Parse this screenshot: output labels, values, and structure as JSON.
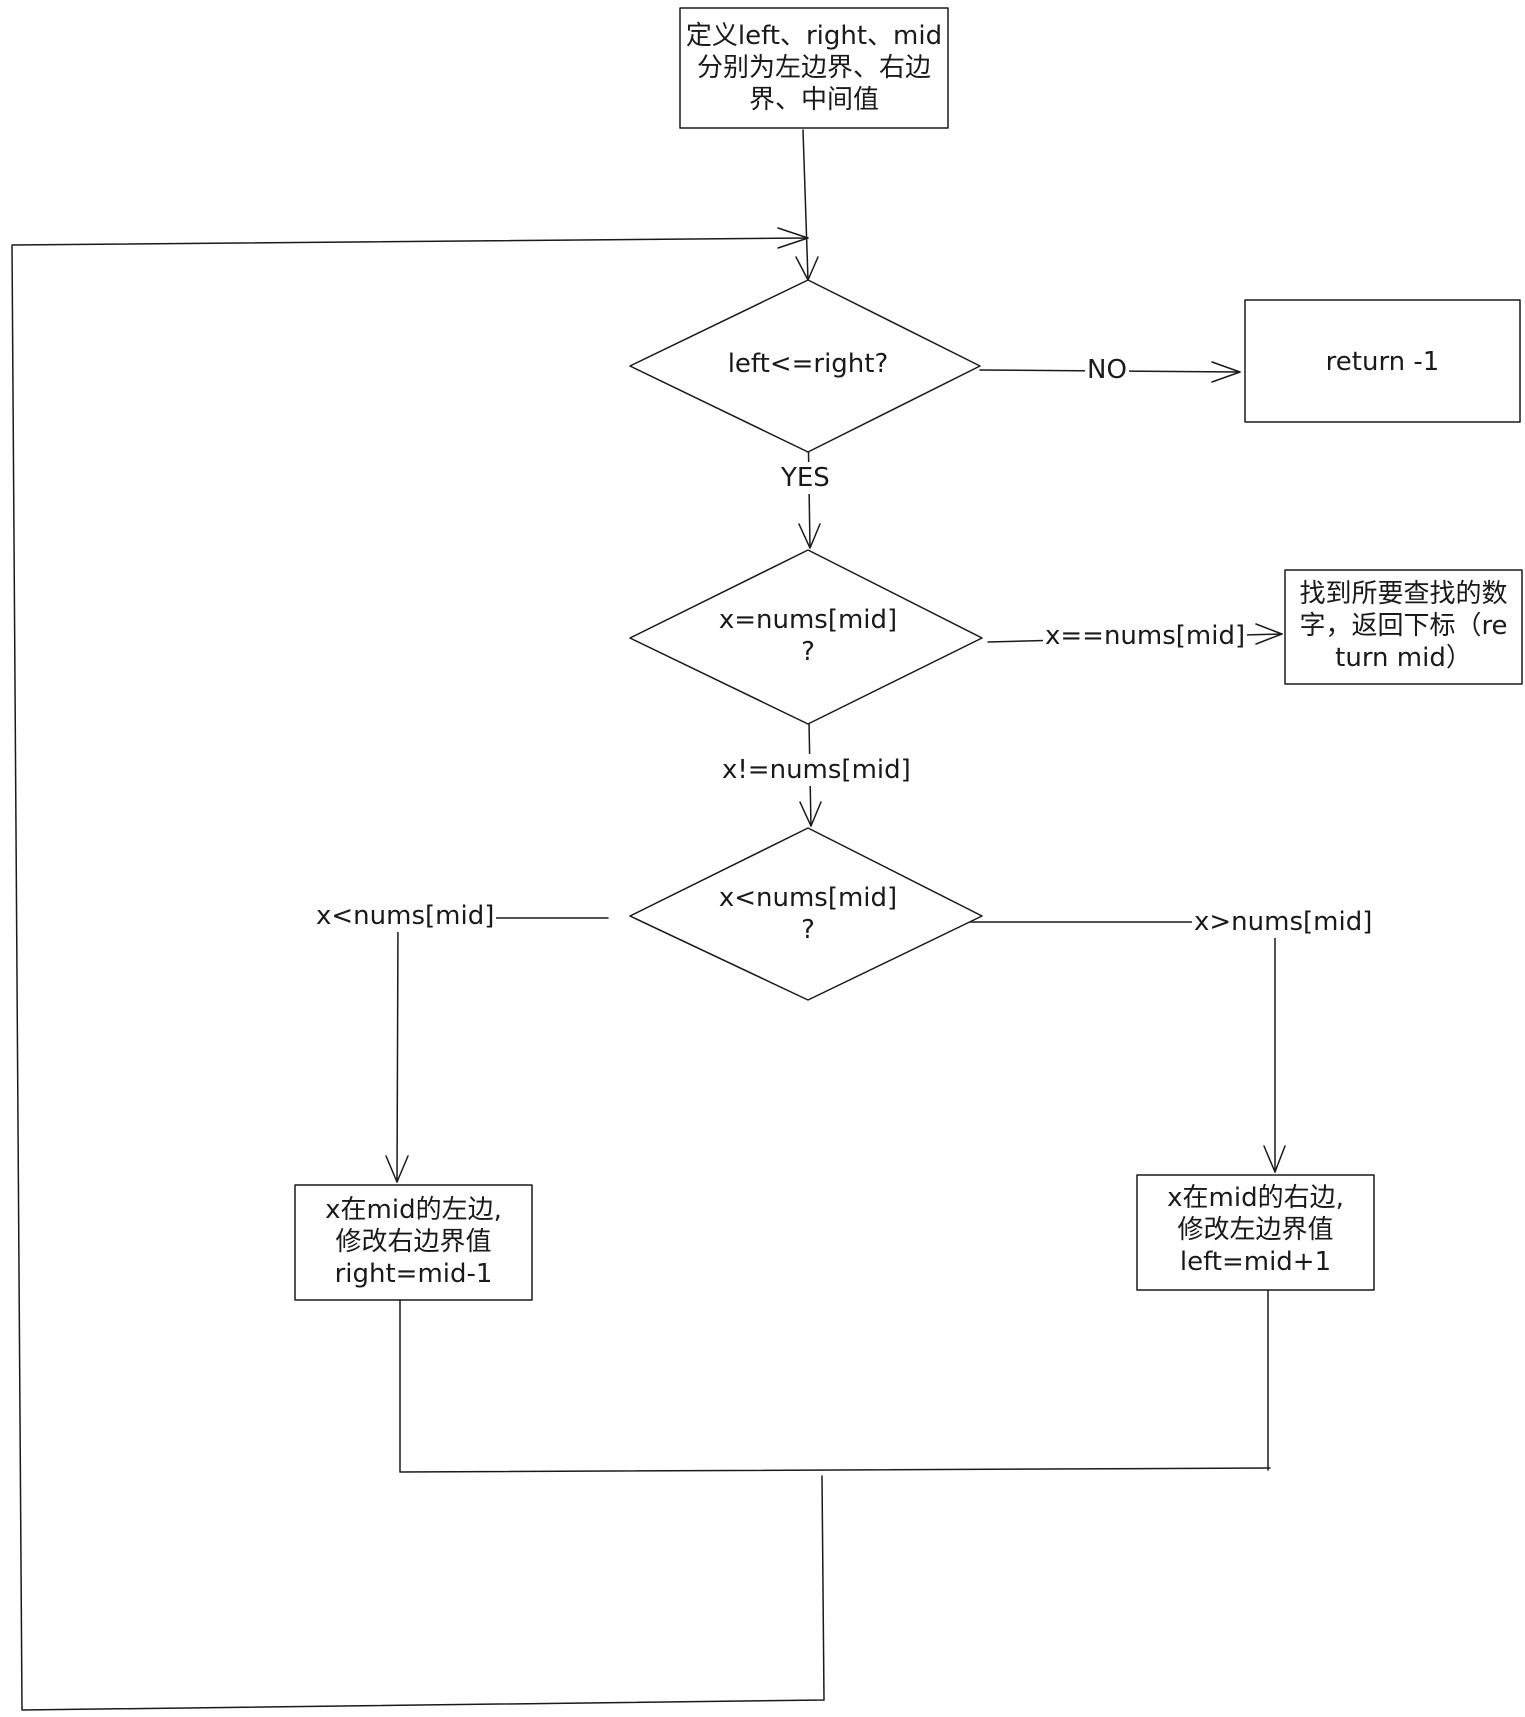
{
  "nodes": {
    "init": "定义left、right、mid\n分别为左边界、右边\n界、中间值",
    "loop_condition": "left<=right?",
    "return_fail": "return -1",
    "equal_check": "x=nums[mid]\n?",
    "found": "找到所要查找的数\n字，返回下标（re\nturn mid）",
    "less_check": "x<nums[mid]\n?",
    "go_left": "x在mid的左边,\n修改右边界值\nright=mid-1",
    "go_right": "x在mid的右边,\n修改左边界值\nleft=mid+1"
  },
  "edges": {
    "no": "NO",
    "yes": "YES",
    "equal": "x==nums[mid]",
    "not_equal": "x!=nums[mid]",
    "less": "x<nums[mid]",
    "greater": "x>nums[mid]"
  },
  "colors": {
    "stroke": "#1a1a1a",
    "background": "#ffffff"
  }
}
